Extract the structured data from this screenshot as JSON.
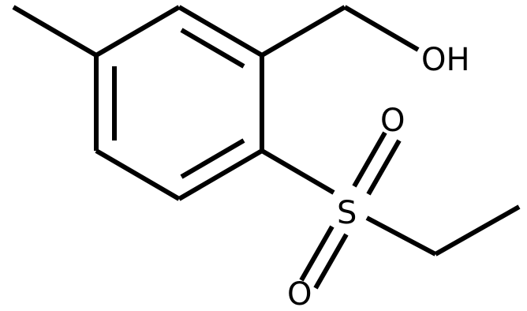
{
  "structure": {
    "atoms": [
      {
        "id": "hydroxyl",
        "label": "OH"
      },
      {
        "id": "sulfur",
        "label": "S"
      },
      {
        "id": "oxygen-top",
        "label": "O"
      },
      {
        "id": "oxygen-bottom",
        "label": "O"
      }
    ]
  },
  "colors": {
    "bond": "#000000",
    "label": "#000000",
    "background": "#ffffff"
  }
}
